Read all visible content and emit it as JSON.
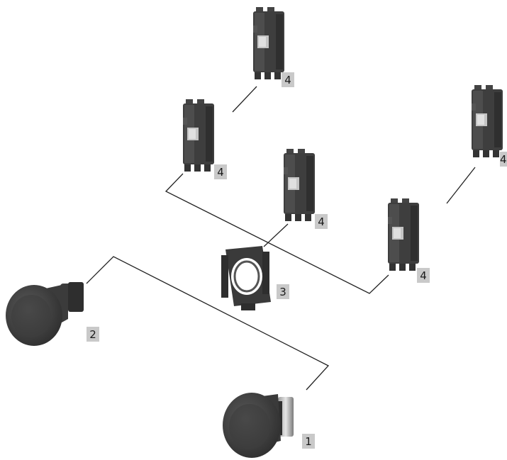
{
  "colors": {
    "background": "#ffffff",
    "line": "#222222",
    "label_box": "#c9c9c9",
    "part_dark": "#3a3a3a",
    "part_mid": "#4c4c4c",
    "part_light": "#c8c8c8"
  },
  "labels": {
    "button_1": "1",
    "button_2": "2",
    "adapter_3": "3",
    "block_4a": "4",
    "block_4b": "4",
    "block_4c": "4",
    "block_4d": "4",
    "block_4e": "4"
  }
}
